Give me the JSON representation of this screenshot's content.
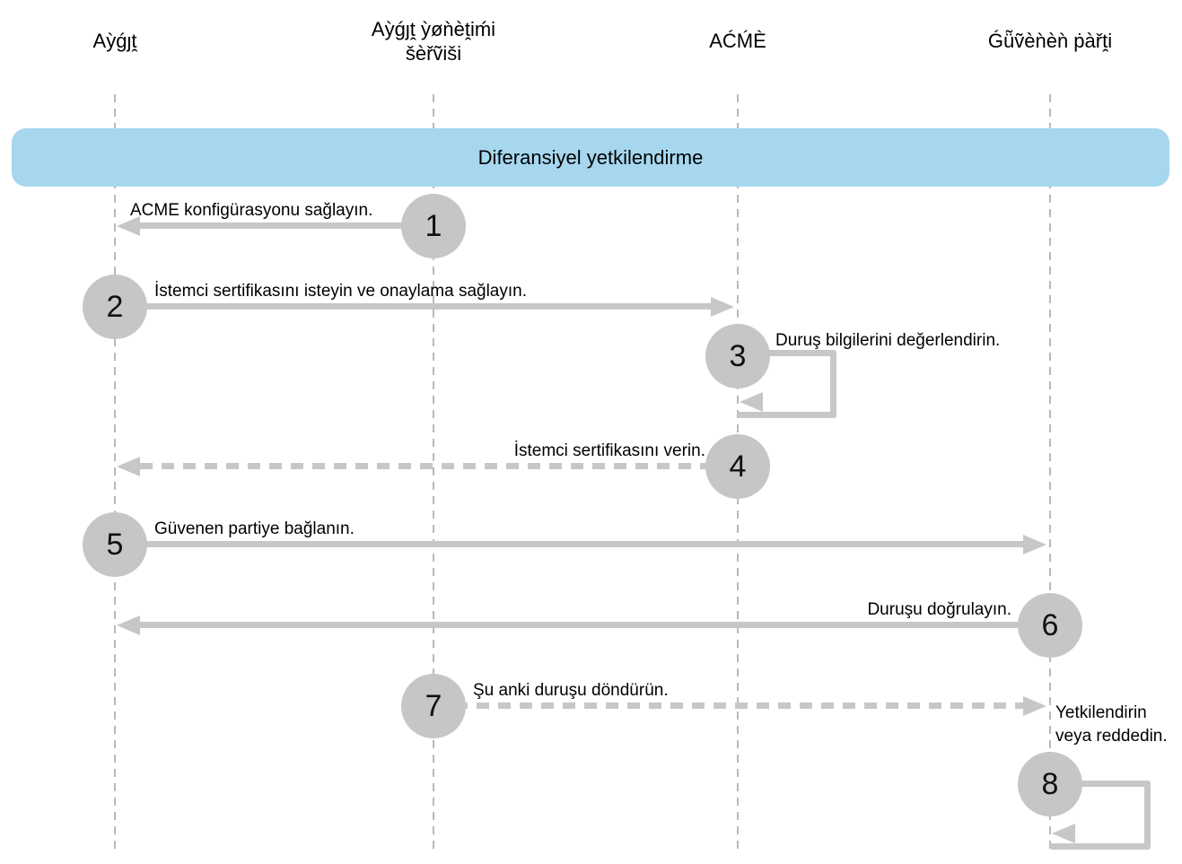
{
  "banner": {
    "label": "Diferansiyel yetkilendirme"
  },
  "lifelines": [
    {
      "id": "device",
      "label": "Aỳǵȷṱ"
    },
    {
      "id": "mdm-service",
      "label": "Aỳǵȷṱ ỳøǹèṱiḿi šèřṽiši"
    },
    {
      "id": "acme",
      "label": "AĆḾÈ"
    },
    {
      "id": "relying-party",
      "label": "Ǵü̃ṽèǹèǹ ṗàřṱi"
    }
  ],
  "steps": [
    {
      "num": "1",
      "label": "ACME konfigürasyonu sağlayın."
    },
    {
      "num": "2",
      "label": "İstemci sertifikasını isteyin ve onaylama sağlayın."
    },
    {
      "num": "3",
      "label": "Duruş bilgilerini değerlendirin."
    },
    {
      "num": "4",
      "label": "İstemci sertifikasını verin."
    },
    {
      "num": "5",
      "label": "Güvenen partiye bağlanın."
    },
    {
      "num": "6",
      "label": "Duruşu doğrulayın."
    },
    {
      "num": "7",
      "label": "Şu anki duruşu döndürün."
    },
    {
      "num": "8",
      "label": "Yetkilendirin veya reddedin."
    }
  ],
  "colors": {
    "banner_bg": "#a6d7ef",
    "arrow": "#c7c7c7",
    "circle_bg": "#c6c6c6",
    "lifeline": "#b9b9b9",
    "text": "#000000"
  }
}
